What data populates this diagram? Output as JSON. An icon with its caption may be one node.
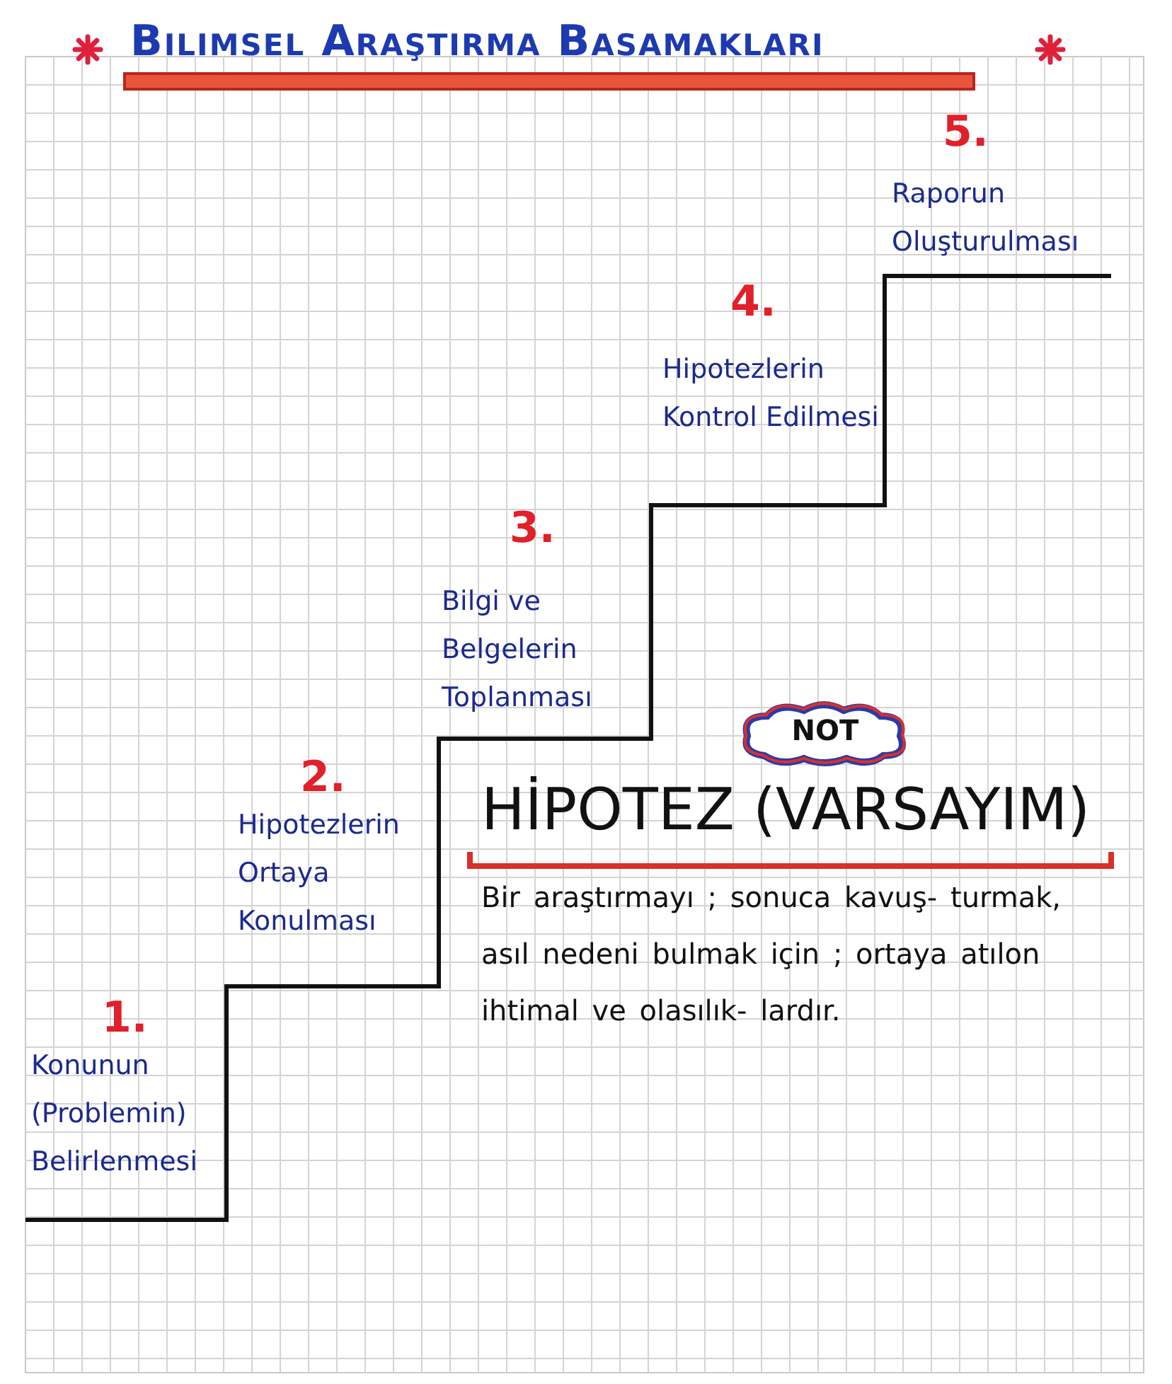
{
  "diagram": {
    "title": "Bilimsel Araştırma Basamakları",
    "nodes": [
      {
        "text": [
          "NOT"
        ]
      }
    ],
    "labels": [
      "1.",
      "Konunun (Problemin) Belirlenmesi",
      "2.",
      "Hipotezlerin Ortaya Konulması",
      "3.",
      "Bilgi ve Belgelerin Toplanması",
      "4.",
      "Hipotezlerin Kontrol Edilmesi",
      "5.",
      "Raporun Oluşturulması",
      "HİPOTEZ (VARSAYIM)",
      "Bir araştırmayı ; sonuca kavuş- turmak, asıl nedeni bulmak için ; ortaya atılon ihtimal ve olasılık- lardır."
    ]
  }
}
